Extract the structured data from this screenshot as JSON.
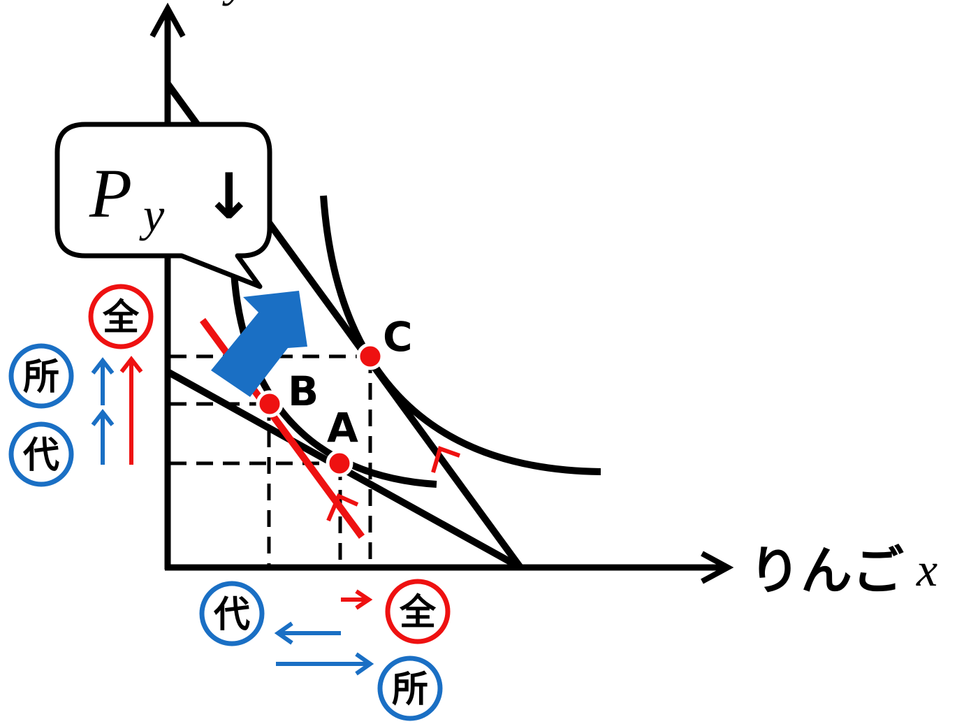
{
  "axes": {
    "x_label": "りんご",
    "x_var": "x",
    "y_var": "y"
  },
  "callout": {
    "symbol": "P",
    "subscript": "y",
    "arrow": "↓"
  },
  "points": {
    "a": "A",
    "b": "B",
    "c": "C"
  },
  "badges": {
    "total_y": "全",
    "income_y": "所",
    "substitution_y": "代",
    "substitution_x": "代",
    "total_x": "全",
    "income_x": "所"
  },
  "colors": {
    "red": "#ee1111",
    "blue": "#1a6fc4",
    "black": "#000000"
  }
}
